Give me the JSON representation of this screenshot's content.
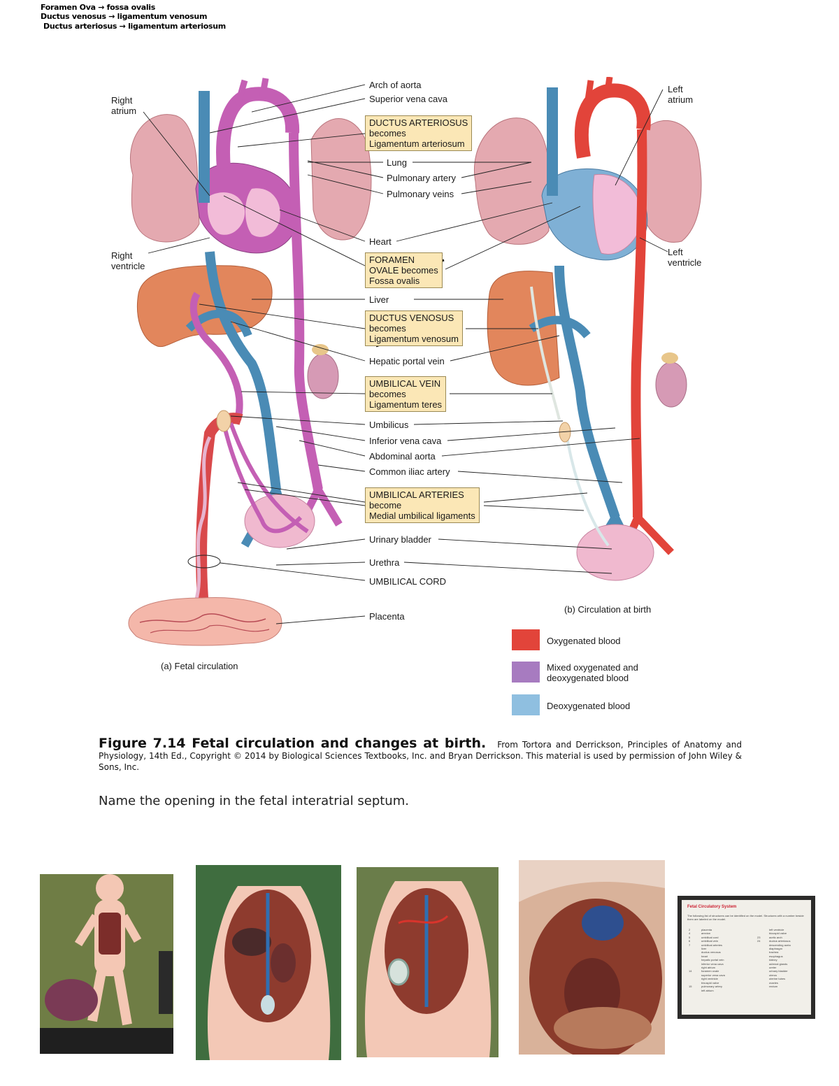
{
  "handwritten_notes": [
    "Foramen Ova → fossa ovalis",
    "Ductus venosus → ligamentum venosum",
    "Ductus arteriosus → ligamentum arteriosum"
  ],
  "figure": {
    "labels": {
      "right_atrium": [
        "Right",
        "atrium"
      ],
      "right_ventricle": [
        "Right",
        "ventricle"
      ],
      "left_atrium": [
        "Left",
        "atrium"
      ],
      "left_ventricle": [
        "Left",
        "ventricle"
      ],
      "arch_of_aorta": "Arch of aorta",
      "superior_vena_cava": "Superior vena cava",
      "lung": "Lung",
      "pulmonary_artery": "Pulmonary artery",
      "pulmonary_veins": "Pulmonary veins",
      "heart": "Heart",
      "liver": "Liver",
      "hepatic_portal_vein": "Hepatic portal vein",
      "umbilicus": "Umbilicus",
      "inferior_vena_cava": "Inferior vena cava",
      "abdominal_aorta": "Abdominal aorta",
      "common_iliac_artery": "Common iliac artery",
      "urinary_bladder": "Urinary bladder",
      "urethra": "Urethra",
      "umbilical_cord": "UMBILICAL CORD",
      "placenta": "Placenta"
    },
    "boxes": {
      "ductus_arteriosus": [
        "DUCTUS ARTERIOSUS",
        "becomes",
        "Ligamentum arteriosum"
      ],
      "foramen_ovale": [
        "FORAMEN",
        "OVALE becomes",
        "Fossa ovalis"
      ],
      "ductus_venosus": [
        "DUCTUS VENOSUS",
        "becomes",
        "Ligamentum venosum"
      ],
      "umbilical_vein": [
        "UMBILICAL VEIN",
        "becomes",
        "Ligamentum teres"
      ],
      "umbilical_arteries": [
        "UMBILICAL ARTERIES",
        "become",
        "Medial umbilical ligaments"
      ]
    },
    "panel_a_caption": "(a) Fetal circulation",
    "panel_b_caption": "(b) Circulation at birth",
    "legend": [
      {
        "label": [
          "Oxygenated blood"
        ],
        "color": "#e2443a"
      },
      {
        "label": [
          "Mixed oxygenated and",
          "deoxygenated blood"
        ],
        "color": "#a77bc0"
      },
      {
        "label": [
          "Deoxygenated blood"
        ],
        "color": "#8fbfe0"
      }
    ]
  },
  "caption": {
    "title": "Figure 7.14 Fetal circulation and changes at birth.",
    "text": "From Tortora and Derrickson, Principles of Anatomy and Physiology, 14th Ed., Copyright © 2014 by Biological Sciences Textbooks, Inc. and Bryan Derrickson. This material is used by permission of John Wiley & Sons, Inc."
  },
  "question": "Name the opening in the fetal interatrial septum.",
  "photo_sheet": {
    "title": "Fetal Circulatory System",
    "description": "The following list of structures can be identified on the model. Structures with a number beside them are labeled on the model.",
    "numbers_left": [
      "2",
      "4",
      "5",
      "6",
      "7",
      "",
      "",
      "",
      "",
      "",
      "",
      "14",
      "",
      "",
      "",
      "15"
    ],
    "items_left": [
      "placenta",
      "amnion",
      "umbilical cord",
      "umbilical vein",
      "umbilical arteries",
      "liver",
      "ductus venosus",
      "heart",
      "hepatic portal vein",
      "inferior vena cava",
      "right atrium",
      "foramen ovale",
      "superior vena cava",
      "right ventricle",
      "tricuspid valve",
      "pulmonary artery",
      "left atrium"
    ],
    "numbers_right": [
      "",
      "",
      "23",
      "24"
    ],
    "items_right": [
      "left ventricle",
      "bicuspid valve",
      "aortic arch",
      "ductus arteriosus",
      "descending aorta",
      "diaphragm",
      "trachea",
      "esophagus",
      "kidney",
      "adrenal glands",
      "ureter",
      "urinary bladder",
      "uterus",
      "uterine tubes",
      "ovaries",
      "rectum"
    ]
  }
}
